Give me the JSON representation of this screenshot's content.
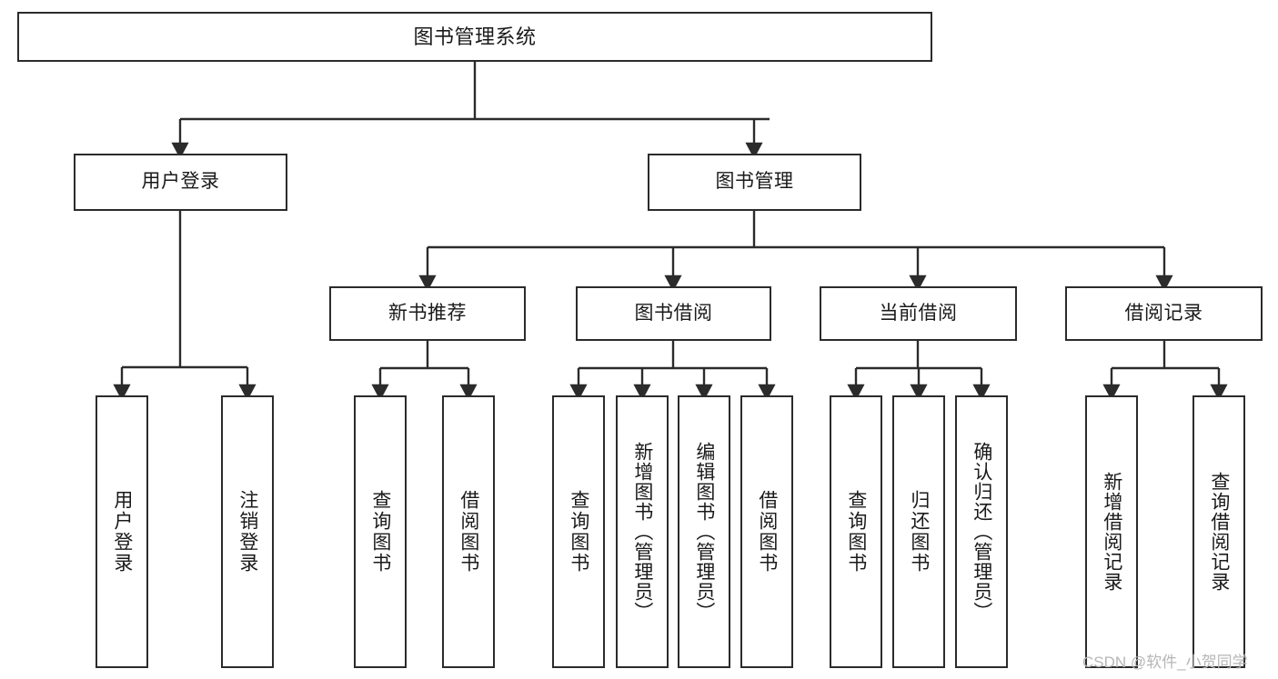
{
  "diagram": {
    "title": "图书管理系统",
    "type": "hierarchy-tree",
    "root": {
      "id": "root",
      "label": "图书管理系统"
    },
    "level2": [
      {
        "id": "user-login",
        "label": "用户登录"
      },
      {
        "id": "book-manage",
        "label": "图书管理"
      }
    ],
    "level3": [
      {
        "id": "new-book-rec",
        "label": "新书推荐"
      },
      {
        "id": "book-borrow",
        "label": "图书借阅"
      },
      {
        "id": "current-borrow",
        "label": "当前借阅"
      },
      {
        "id": "borrow-record",
        "label": "借阅记录"
      }
    ],
    "leaves": [
      {
        "id": "leaf-user-login",
        "label": "用户登录",
        "parent": "user-login"
      },
      {
        "id": "leaf-user-logout",
        "label": "注销登录",
        "parent": "user-login"
      },
      {
        "id": "leaf-query-book-1",
        "label": "查询图书",
        "parent": "new-book-rec"
      },
      {
        "id": "leaf-borrow-book-1",
        "label": "借阅图书",
        "parent": "new-book-rec"
      },
      {
        "id": "leaf-query-book-2",
        "label": "查询图书",
        "parent": "book-borrow"
      },
      {
        "id": "leaf-add-book",
        "label": "新增图书（管理员）",
        "parent": "book-borrow"
      },
      {
        "id": "leaf-edit-book",
        "label": "编辑图书（管理员）",
        "parent": "book-borrow"
      },
      {
        "id": "leaf-borrow-book-2",
        "label": "借阅图书",
        "parent": "book-borrow"
      },
      {
        "id": "leaf-query-book-3",
        "label": "查询图书",
        "parent": "current-borrow"
      },
      {
        "id": "leaf-return-book",
        "label": "归还图书",
        "parent": "current-borrow"
      },
      {
        "id": "leaf-confirm-return",
        "label": "确认归还（管理员）",
        "parent": "current-borrow"
      },
      {
        "id": "leaf-add-record",
        "label": "新增借阅记录",
        "parent": "borrow-record"
      },
      {
        "id": "leaf-query-record",
        "label": "查询借阅记录",
        "parent": "borrow-record"
      }
    ]
  },
  "watermark": {
    "text": "CSDN @软件_小贺同学"
  },
  "colors": {
    "stroke": "#2b2b2b",
    "fill": "#ffffff",
    "text": "#1a1a1a",
    "watermark": "#b6b6b6"
  }
}
